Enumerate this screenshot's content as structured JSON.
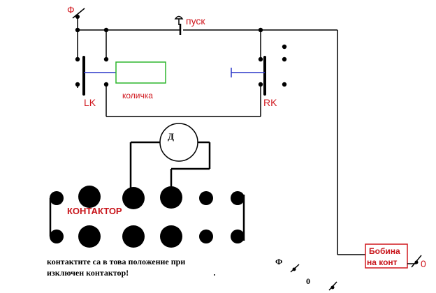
{
  "labels": {
    "phase_top": "Ф",
    "start_button": "пуск",
    "limit_left": "LK",
    "limit_right": "RK",
    "trolley": "количка",
    "motor": "Д",
    "contactor": "КОНТАКТОР",
    "note_line1": "контактите са в това положение при",
    "note_line2": "изключен контактор!",
    "phase_bottom": "Ф",
    "neutral_bottom": "0",
    "coil_line1": "Бобина",
    "coil_line2": "на конт",
    "coil_neutral": "0"
  },
  "colors": {
    "wire": "#000000",
    "label_red": "#d0181f",
    "trolley_green": "#2db52d",
    "actuator_blue": "#2a37c8"
  }
}
